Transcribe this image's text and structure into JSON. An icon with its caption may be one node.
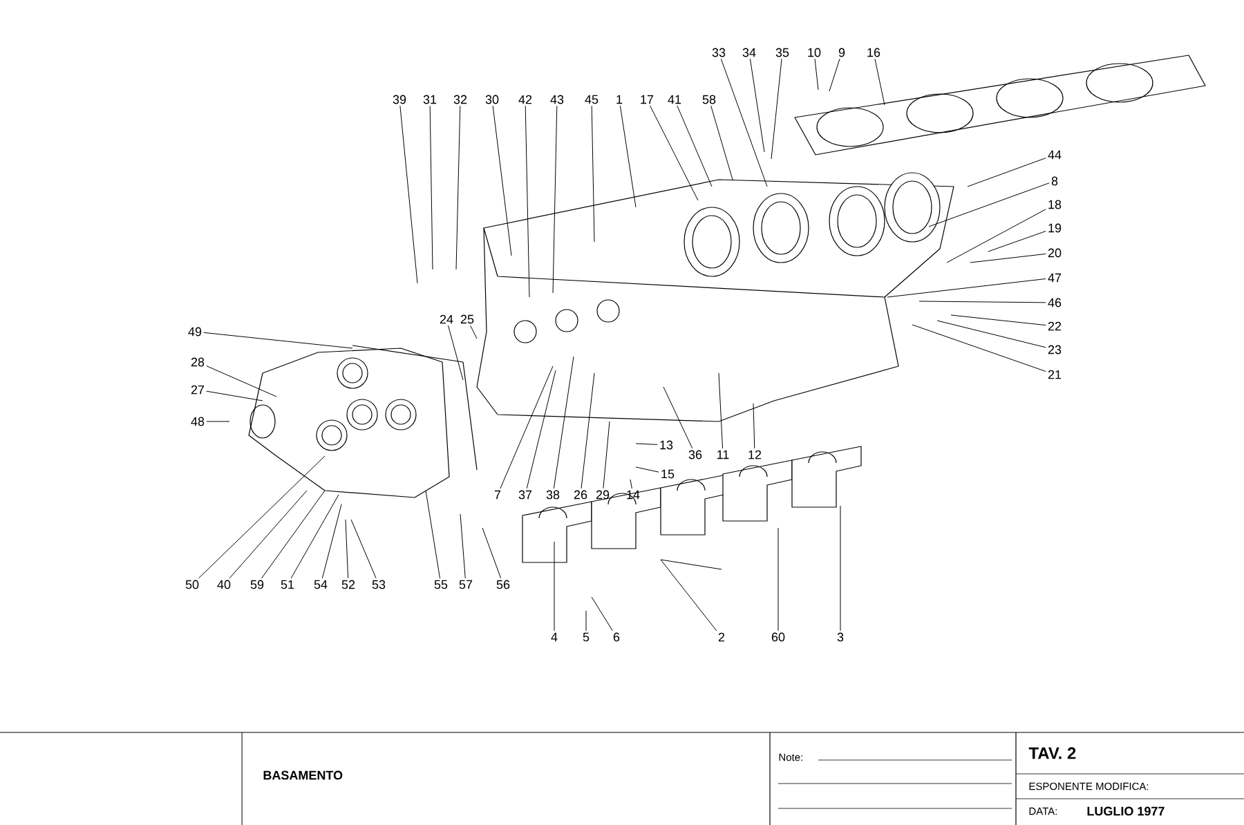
{
  "diagram": {
    "nodes": [
      {
        "text": [
          "33"
        ]
      },
      {
        "text": [
          "34"
        ]
      },
      {
        "text": [
          "35"
        ]
      },
      {
        "text": [
          "10"
        ]
      },
      {
        "text": [
          "9"
        ]
      },
      {
        "text": [
          "16"
        ]
      },
      {
        "text": [
          "39"
        ]
      },
      {
        "text": [
          "31"
        ]
      },
      {
        "text": [
          "32"
        ]
      },
      {
        "text": [
          "30"
        ]
      },
      {
        "text": [
          "42"
        ]
      },
      {
        "text": [
          "43"
        ]
      },
      {
        "text": [
          "45"
        ]
      },
      {
        "text": [
          "1"
        ]
      },
      {
        "text": [
          "17"
        ]
      },
      {
        "text": [
          "41"
        ]
      },
      {
        "text": [
          "58"
        ]
      },
      {
        "text": [
          "44"
        ]
      },
      {
        "text": [
          "8"
        ]
      },
      {
        "text": [
          "18"
        ]
      },
      {
        "text": [
          "19"
        ]
      },
      {
        "text": [
          "20"
        ]
      },
      {
        "text": [
          "47"
        ]
      },
      {
        "text": [
          "46"
        ]
      },
      {
        "text": [
          "24"
        ]
      },
      {
        "text": [
          "25"
        ]
      },
      {
        "text": [
          "22"
        ]
      },
      {
        "text": [
          "49"
        ]
      },
      {
        "text": [
          "23"
        ]
      },
      {
        "text": [
          "28"
        ]
      },
      {
        "text": [
          "21"
        ]
      },
      {
        "text": [
          "27"
        ]
      },
      {
        "text": [
          "48"
        ]
      },
      {
        "text": [
          "13"
        ]
      },
      {
        "text": [
          "36"
        ]
      },
      {
        "text": [
          "11"
        ]
      },
      {
        "text": [
          "12"
        ]
      },
      {
        "text": [
          "15"
        ]
      },
      {
        "text": [
          "7"
        ]
      },
      {
        "text": [
          "37"
        ]
      },
      {
        "text": [
          "38"
        ]
      },
      {
        "text": [
          "26"
        ]
      },
      {
        "text": [
          "29"
        ]
      },
      {
        "text": [
          "14"
        ]
      },
      {
        "text": [
          "50"
        ]
      },
      {
        "text": [
          "40"
        ]
      },
      {
        "text": [
          "59"
        ]
      },
      {
        "text": [
          "51"
        ]
      },
      {
        "text": [
          "54"
        ]
      },
      {
        "text": [
          "52"
        ]
      },
      {
        "text": [
          "53"
        ]
      },
      {
        "text": [
          "55"
        ]
      },
      {
        "text": [
          "57"
        ]
      },
      {
        "text": [
          "56"
        ]
      },
      {
        "text": [
          "4"
        ]
      },
      {
        "text": [
          "5"
        ]
      },
      {
        "text": [
          "6"
        ]
      },
      {
        "text": [
          "2"
        ]
      },
      {
        "text": [
          "60"
        ]
      },
      {
        "text": [
          "3"
        ]
      }
    ],
    "edges": [
      {
        "from": 0,
        "to": null,
        "arrow": "none"
      },
      {
        "from": 1,
        "to": null,
        "arrow": "none"
      },
      {
        "from": 2,
        "to": null,
        "arrow": "none"
      },
      {
        "from": 3,
        "to": null,
        "arrow": "none"
      },
      {
        "from": 4,
        "to": null,
        "arrow": "none"
      },
      {
        "from": 5,
        "to": null,
        "arrow": "none"
      },
      {
        "from": 6,
        "to": null,
        "arrow": "none"
      },
      {
        "from": 7,
        "to": null,
        "arrow": "none"
      },
      {
        "from": 8,
        "to": null,
        "arrow": "none"
      },
      {
        "from": 9,
        "to": null,
        "arrow": "none"
      },
      {
        "from": 10,
        "to": null,
        "arrow": "none"
      },
      {
        "from": 11,
        "to": null,
        "arrow": "none"
      },
      {
        "from": 12,
        "to": null,
        "arrow": "none"
      },
      {
        "from": 13,
        "to": null,
        "arrow": "none"
      },
      {
        "from": 14,
        "to": null,
        "arrow": "none"
      },
      {
        "from": 15,
        "to": null,
        "arrow": "none"
      },
      {
        "from": 16,
        "to": null,
        "arrow": "none"
      },
      {
        "from": 17,
        "to": null,
        "arrow": "none"
      },
      {
        "from": 18,
        "to": null,
        "arrow": "none"
      },
      {
        "from": 19,
        "to": null,
        "arrow": "none"
      },
      {
        "from": 20,
        "to": null,
        "arrow": "none"
      },
      {
        "from": 21,
        "to": null,
        "arrow": "none"
      },
      {
        "from": 22,
        "to": null,
        "arrow": "none"
      },
      {
        "from": 23,
        "to": null,
        "arrow": "none"
      },
      {
        "from": 24,
        "to": null,
        "arrow": "none"
      },
      {
        "from": 25,
        "to": null,
        "arrow": "none"
      },
      {
        "from": 26,
        "to": null,
        "arrow": "none"
      },
      {
        "from": 27,
        "to": null,
        "arrow": "none"
      },
      {
        "from": 28,
        "to": null,
        "arrow": "none"
      },
      {
        "from": 29,
        "to": null,
        "arrow": "none"
      },
      {
        "from": 30,
        "to": null,
        "arrow": "none"
      },
      {
        "from": 31,
        "to": null,
        "arrow": "none"
      },
      {
        "from": 32,
        "to": null,
        "arrow": "none"
      },
      {
        "from": 33,
        "to": null,
        "arrow": "none"
      },
      {
        "from": 34,
        "to": null,
        "arrow": "none"
      },
      {
        "from": 35,
        "to": null,
        "arrow": "none"
      },
      {
        "from": 36,
        "to": null,
        "arrow": "none"
      },
      {
        "from": 37,
        "to": null,
        "arrow": "none"
      },
      {
        "from": 38,
        "to": null,
        "arrow": "none"
      },
      {
        "from": 39,
        "to": null,
        "arrow": "none"
      },
      {
        "from": 40,
        "to": null,
        "arrow": "none"
      },
      {
        "from": 41,
        "to": null,
        "arrow": "none"
      },
      {
        "from": 42,
        "to": null,
        "arrow": "none"
      },
      {
        "from": 43,
        "to": null,
        "arrow": "none"
      },
      {
        "from": 44,
        "to": null,
        "arrow": "none"
      },
      {
        "from": 45,
        "to": null,
        "arrow": "none"
      },
      {
        "from": 46,
        "to": null,
        "arrow": "none"
      },
      {
        "from": 47,
        "to": null,
        "arrow": "none"
      },
      {
        "from": 48,
        "to": null,
        "arrow": "none"
      },
      {
        "from": 49,
        "to": null,
        "arrow": "none"
      },
      {
        "from": 50,
        "to": null,
        "arrow": "none"
      },
      {
        "from": 51,
        "to": null,
        "arrow": "none"
      },
      {
        "from": 52,
        "to": null,
        "arrow": "none"
      },
      {
        "from": 53,
        "to": null,
        "arrow": "none"
      },
      {
        "from": 54,
        "to": null,
        "arrow": "none"
      },
      {
        "from": 55,
        "to": null,
        "arrow": "none"
      },
      {
        "from": 56,
        "to": null,
        "arrow": "none"
      },
      {
        "from": 57,
        "to": null,
        "arrow": "none"
      },
      {
        "from": 58,
        "to": null,
        "arrow": "none"
      },
      {
        "from": 59,
        "to": null,
        "arrow": "none"
      }
    ],
    "labels": [
      "BASAMENTO",
      "Note:",
      "TAV. 2",
      "ESPONENTE MODIFICA:",
      "DATA:",
      "LUGLIO 1977"
    ]
  }
}
